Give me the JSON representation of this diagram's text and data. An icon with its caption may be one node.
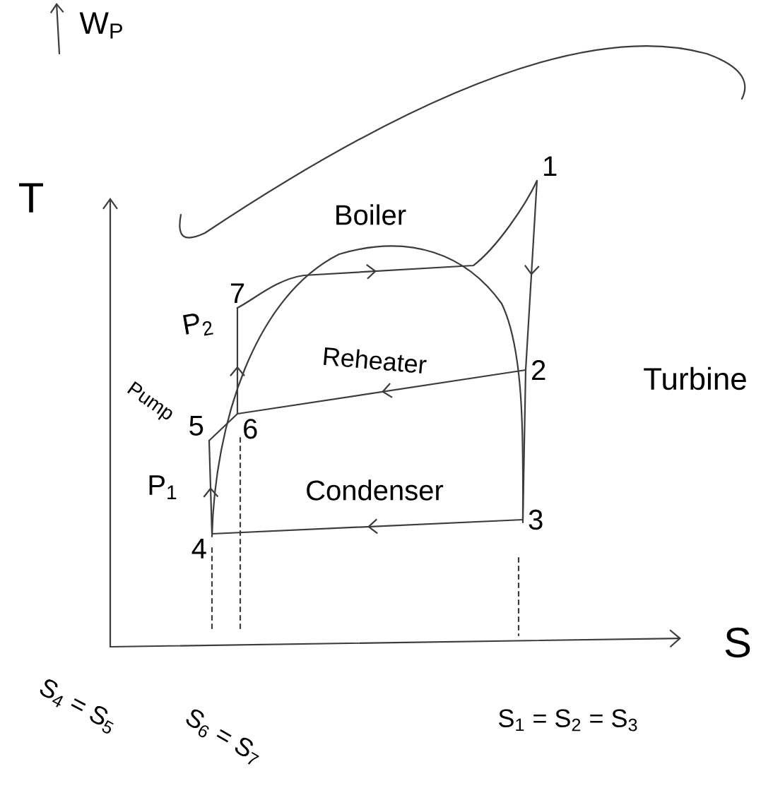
{
  "diagram": {
    "nodes": [
      {
        "text": [
          "1"
        ]
      },
      {
        "text": [
          "2"
        ]
      },
      {
        "text": [
          "3"
        ]
      },
      {
        "text": [
          "4"
        ]
      },
      {
        "text": [
          "5"
        ]
      },
      {
        "text": [
          "6"
        ]
      },
      {
        "text": [
          "7"
        ]
      }
    ],
    "edges": [
      {
        "from": 6,
        "to": 0,
        "arrow": "to"
      },
      {
        "from": 0,
        "to": 1,
        "arrow": "to"
      },
      {
        "from": 1,
        "to": 2,
        "arrow": "none"
      },
      {
        "from": 1,
        "to": 5,
        "arrow": "to"
      },
      {
        "from": 2,
        "to": 3,
        "arrow": "to"
      },
      {
        "from": 3,
        "to": 4,
        "arrow": "to"
      },
      {
        "from": 4,
        "to": 5,
        "arrow": "none"
      },
      {
        "from": 5,
        "to": 6,
        "arrow": "to"
      }
    ],
    "labels": [
      "W$_{P}$",
      "T",
      "Boiler",
      "Reheater",
      "Turbine",
      "P$_{2}$",
      "Pump",
      "P$_{1}$",
      "Condenser",
      "S",
      "S$_{4}$ = S$_{5}$",
      "S$_{6}$ = S$_{7}$",
      "S$_{1}$ = S$_{2}$ = S$_{3}$"
    ]
  }
}
